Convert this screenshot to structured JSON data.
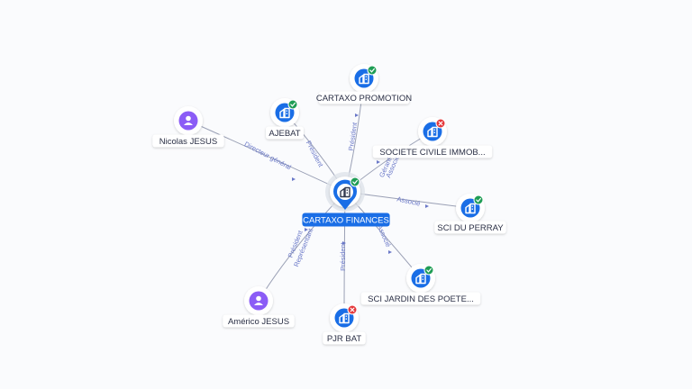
{
  "colors": {
    "company": "#1a6ee6",
    "person": "#8b5cf6",
    "active": "#1f9d55",
    "closed": "#e5383b",
    "edge": "#9aa0b5",
    "edge_label": "#6a78c8",
    "center_label_bg": "#1a6ee6"
  },
  "icons": {
    "company": "building-icon",
    "person": "user-icon",
    "active": "check-badge-icon",
    "closed": "cross-badge-icon"
  },
  "center": {
    "label": "CARTAXO FINANCES",
    "status": "active"
  },
  "nodes": [
    {
      "id": "cartaxo-promotion",
      "label": "CARTAXO PROMOTION",
      "type": "company",
      "status": "active"
    },
    {
      "id": "ajebat",
      "label": "AJEBAT",
      "type": "company",
      "status": "active"
    },
    {
      "id": "nicolas-jesus",
      "label": "Nicolas JESUS",
      "type": "person"
    },
    {
      "id": "societe-civile",
      "label": "SOCIETE CIVILE IMMOB...",
      "type": "company",
      "status": "closed"
    },
    {
      "id": "sci-du-perray",
      "label": "SCI DU PERRAY",
      "type": "company",
      "status": "active"
    },
    {
      "id": "sci-jardin",
      "label": "SCI JARDIN DES POETE...",
      "type": "company",
      "status": "active"
    },
    {
      "id": "pjr-bat",
      "label": "PJR BAT",
      "type": "company",
      "status": "closed"
    },
    {
      "id": "americo-jesus",
      "label": "Américo JESUS",
      "type": "person"
    }
  ],
  "edges": [
    {
      "target": "cartaxo-promotion",
      "label": "Président"
    },
    {
      "target": "ajebat",
      "label": "Président"
    },
    {
      "target": "nicolas-jesus",
      "label": "Directeur général"
    },
    {
      "target": "societe-civile",
      "label": "Gérant",
      "label2": "Associé"
    },
    {
      "target": "sci-du-perray",
      "label": "Associé"
    },
    {
      "target": "sci-jardin",
      "label": "Associé"
    },
    {
      "target": "pjr-bat",
      "label": "Président"
    },
    {
      "target": "americo-jesus",
      "label": "Président",
      "label2": "Représentant"
    }
  ]
}
